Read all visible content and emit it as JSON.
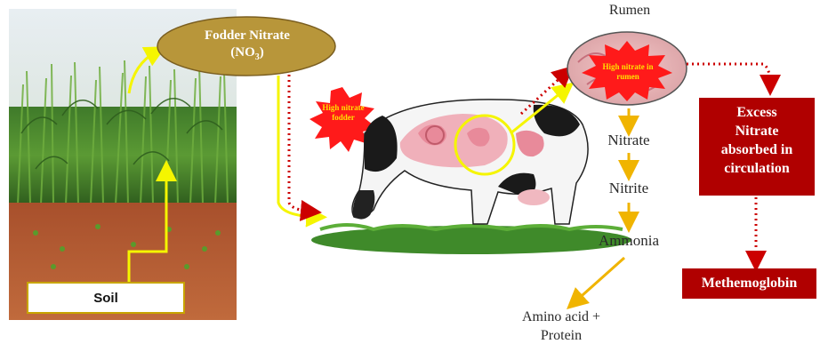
{
  "labels": {
    "soil": "Soil",
    "fodder_line1": "Fodder Nitrate",
    "fodder_chem": "(NO",
    "fodder_sub": "3",
    "fodder_close": ")",
    "burst_fodder": "High nitrate fodder",
    "rumen": "Rumen",
    "burst_rumen": "High nitrate in rumen",
    "nitrate": "Nitrate",
    "nitrite": "Nitrite",
    "ammonia": "Ammonia",
    "amino_line1": "Amino acid +",
    "amino_line2": "Protein",
    "excess_line1": "Excess",
    "excess_line2": "Nitrate",
    "excess_line3": "absorbed in",
    "excess_line4": "circulation",
    "methemoglobin": "Methemoglobin"
  },
  "colors": {
    "yellow_arrow": "#f5f500",
    "orange_arrow": "#f0b400",
    "red_dotted": "#cc0000",
    "ellipse_fill": "#b8963a",
    "red_box": "#b00000",
    "burst": "#ff1a1a",
    "burst_text": "#ffe000"
  }
}
